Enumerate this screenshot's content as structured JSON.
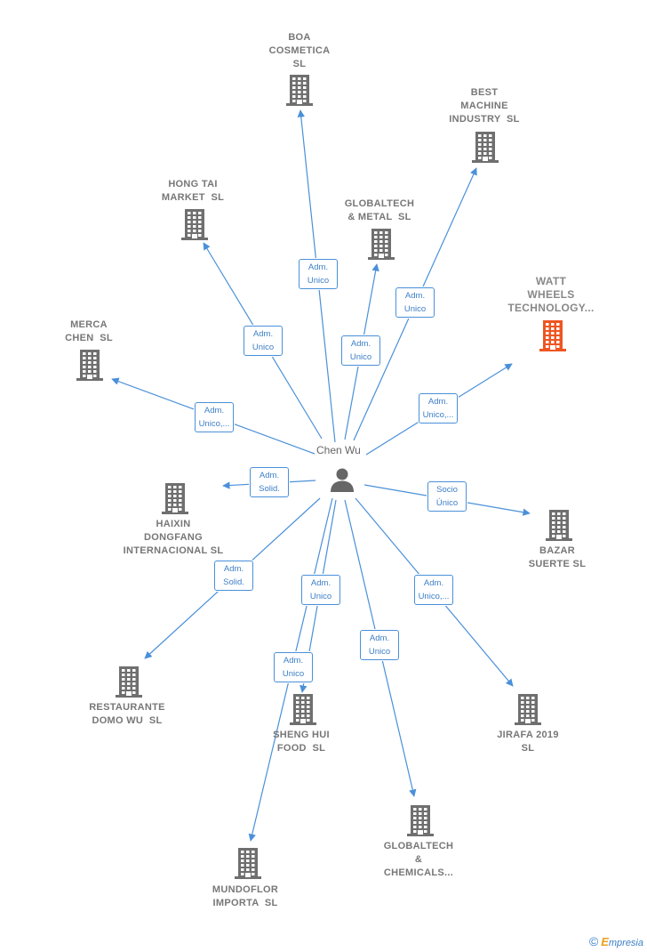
{
  "center": {
    "name": "Chen Wu",
    "icon": "person-icon"
  },
  "colors": {
    "edge": "#4a90d9",
    "building": "#6f6f6f",
    "highlight": "#ee5522",
    "label_text": "#3d7fc8"
  },
  "companies": [
    {
      "id": "boa",
      "name": "BOA COSMETICA SL",
      "lines": [
        "BOA",
        "COSMETICA",
        "SL"
      ],
      "role": "Adm. Unico",
      "role_lines": [
        "Adm.",
        "Unico"
      ],
      "highlight": false
    },
    {
      "id": "best",
      "name": "BEST MACHINE INDUSTRY SL",
      "lines": [
        "BEST",
        "MACHINE",
        "INDUSTRY  SL"
      ],
      "role": "Adm. Unico",
      "role_lines": [
        "Adm.",
        "Unico"
      ],
      "highlight": false
    },
    {
      "id": "hongtai",
      "name": "HONG TAI MARKET SL",
      "lines": [
        "HONG TAI",
        "MARKET  SL"
      ],
      "role": "Adm. Unico",
      "role_lines": [
        "Adm.",
        "Unico"
      ],
      "highlight": false
    },
    {
      "id": "globaltech_metal",
      "name": "GLOBALTECH & METAL SL",
      "lines": [
        "GLOBALTECH",
        "& METAL  SL"
      ],
      "role": "Adm. Unico",
      "role_lines": [
        "Adm.",
        "Unico"
      ],
      "highlight": false
    },
    {
      "id": "watt",
      "name": "WATT WHEELS TECHNOLOGY...",
      "lines": [
        "WATT",
        "WHEELS",
        "TECHNOLOGY..."
      ],
      "role": "Adm. Unico,...",
      "role_lines": [
        "Adm.",
        "Unico,..."
      ],
      "highlight": true
    },
    {
      "id": "merca",
      "name": "MERCA CHEN SL",
      "lines": [
        "MERCA",
        "CHEN  SL"
      ],
      "role": "Adm. Unico,...",
      "role_lines": [
        "Adm.",
        "Unico,..."
      ],
      "highlight": false
    },
    {
      "id": "haixin",
      "name": "HAIXIN DONGFANG INTERNACIONAL SL",
      "lines": [
        "HAIXIN",
        "DONGFANG",
        "INTERNACIONAL SL"
      ],
      "role": "Adm. Solid.",
      "role_lines": [
        "Adm.",
        "Solid."
      ],
      "highlight": false
    },
    {
      "id": "bazar",
      "name": "BAZAR SUERTE SL",
      "lines": [
        "BAZAR",
        "SUERTE SL"
      ],
      "role": "Socio Único",
      "role_lines": [
        "Socio",
        "Único"
      ],
      "highlight": false
    },
    {
      "id": "restaurante",
      "name": "RESTAURANTE DOMO WU SL",
      "lines": [
        "RESTAURANTE",
        "DOMO WU  SL"
      ],
      "role": "Adm. Solid.",
      "role_lines": [
        "Adm.",
        "Solid."
      ],
      "highlight": false
    },
    {
      "id": "shenghui",
      "name": "SHENG HUI FOOD SL",
      "lines": [
        "SHENG HUI",
        "FOOD  SL"
      ],
      "role": "Adm. Unico",
      "role_lines": [
        "Adm.",
        "Unico"
      ],
      "highlight": false
    },
    {
      "id": "jirafa",
      "name": "JIRAFA 2019 SL",
      "lines": [
        "JIRAFA 2019",
        "SL"
      ],
      "role": "Adm. Unico,...",
      "role_lines": [
        "Adm.",
        "Unico,..."
      ],
      "highlight": false
    },
    {
      "id": "mundoflor",
      "name": "MUNDOFLOR IMPORTA SL",
      "lines": [
        "MUNDOFLOR",
        "IMPORTA  SL"
      ],
      "role": "Adm. Unico",
      "role_lines": [
        "Adm.",
        "Unico"
      ],
      "highlight": false
    },
    {
      "id": "globaltech_chem",
      "name": "GLOBALTECH & CHEMICALS...",
      "lines": [
        "GLOBALTECH",
        "&",
        "CHEMICALS..."
      ],
      "role": "Adm. Unico",
      "role_lines": [
        "Adm.",
        "Unico"
      ],
      "highlight": false
    }
  ],
  "footer": {
    "copyright": "©",
    "brand_first": "E",
    "brand_rest": "mpresia"
  }
}
